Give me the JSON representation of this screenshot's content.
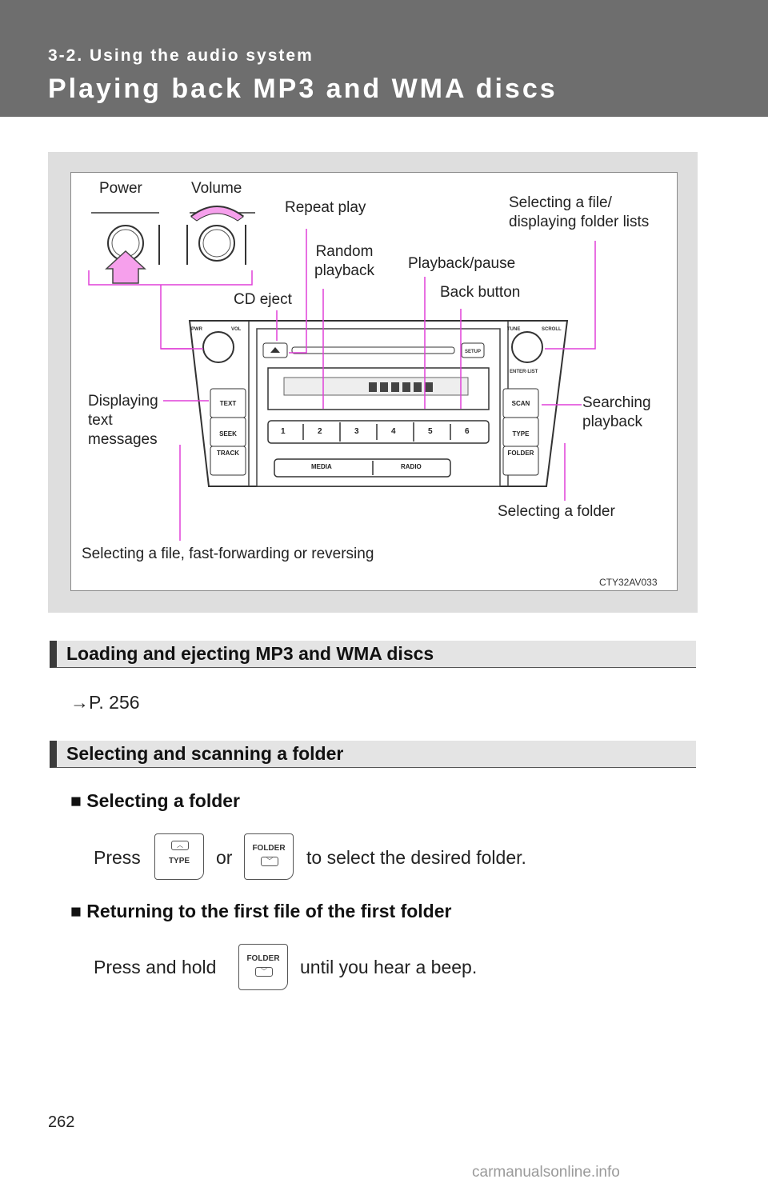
{
  "header": {
    "section": "3-2. Using the audio system",
    "title": "Playing back MP3 and WMA discs"
  },
  "figure": {
    "labels": {
      "power": "Power",
      "volume": "Volume",
      "repeat_play": "Repeat play",
      "selecting_file_list": "Selecting a file/\ndisplaying folder lists",
      "random_playback": "Random\nplayback",
      "playback_pause": "Playback/pause",
      "back_button": "Back button",
      "cd_eject": "CD eject",
      "displaying_text": "Displaying\ntext\nmessages",
      "searching_playback": "Searching\nplayback",
      "selecting_folder": "Selecting a folder",
      "selecting_file_ff": "Selecting a file, fast-forwarding or reversing"
    },
    "unit_labels": {
      "pwr": "PWR",
      "vol": "VOL",
      "tune": "TUNE",
      "scroll": "SCROLL",
      "enter_list": "ENTER·LIST",
      "setup": "SETUP",
      "text": "TEXT",
      "seek": "SEEK",
      "track": "TRACK",
      "scan": "SCAN",
      "type": "TYPE",
      "folder": "FOLDER",
      "media": "MEDIA",
      "radio": "RADIO",
      "presets": [
        "1",
        "2",
        "3",
        "4",
        "5",
        "6"
      ]
    },
    "code": "CTY32AV033"
  },
  "section1": {
    "heading": "Loading and ejecting MP3 and WMA discs",
    "ref": "→P. 256"
  },
  "section2": {
    "heading": "Selecting and scanning a folder",
    "sub1": {
      "title": "Selecting a folder",
      "press": "Press",
      "or": "or",
      "rest": "to select the desired folder."
    },
    "sub2": {
      "title": "Returning to the first file of the first folder",
      "press": "Press and hold",
      "rest": "until you hear a beep."
    },
    "bullet": "■"
  },
  "page_number": "262",
  "watermark": "carmanualsonline.info",
  "colors": {
    "callout": "#e040d8",
    "header_bg": "#6e6e6e",
    "figure_bg": "#dedede"
  }
}
